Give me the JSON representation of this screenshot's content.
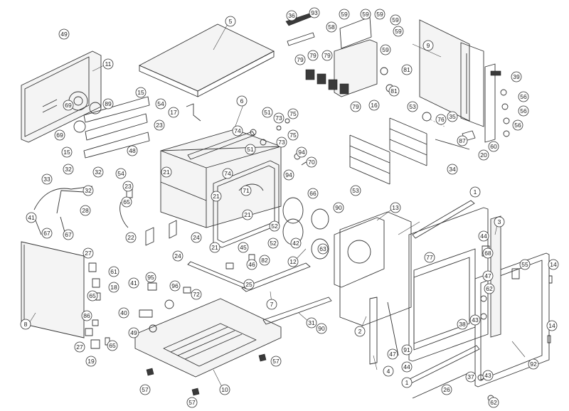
{
  "diagram": {
    "type": "exploded-parts-view",
    "callouts": [
      "1",
      "1",
      "2",
      "3",
      "4",
      "5",
      "6",
      "7",
      "8",
      "9",
      "10",
      "11",
      "12",
      "13",
      "14",
      "14",
      "15",
      "15",
      "16",
      "17",
      "18",
      "19",
      "20",
      "21",
      "21",
      "21",
      "21",
      "22",
      "23",
      "23",
      "24",
      "24",
      "25",
      "26",
      "27",
      "27",
      "28",
      "31",
      "32",
      "32",
      "32",
      "33",
      "34",
      "35",
      "36",
      "37",
      "38",
      "39",
      "40",
      "41",
      "41",
      "42",
      "43",
      "43",
      "44",
      "44",
      "45",
      "46",
      "47",
      "47",
      "48",
      "49",
      "49",
      "51",
      "51",
      "52",
      "52",
      "53",
      "53",
      "54",
      "54",
      "55",
      "56",
      "56",
      "56",
      "57",
      "57",
      "57",
      "58",
      "59",
      "59",
      "59",
      "59",
      "59",
      "59",
      "60",
      "61",
      "62",
      "62",
      "63",
      "65",
      "65",
      "65",
      "66",
      "67",
      "67",
      "68",
      "69",
      "69",
      "70",
      "71",
      "72",
      "73",
      "73",
      "74",
      "74",
      "75",
      "75",
      "76",
      "77",
      "79",
      "79",
      "79",
      "79",
      "81",
      "81",
      "82",
      "86",
      "87",
      "89",
      "90",
      "90",
      "91",
      "92",
      "93",
      "94",
      "94",
      "95",
      "96"
    ]
  },
  "colors": {
    "line": "#333333",
    "background": "#ffffff",
    "fill": "#f4f4f4",
    "dark": "#3a3a3a"
  }
}
